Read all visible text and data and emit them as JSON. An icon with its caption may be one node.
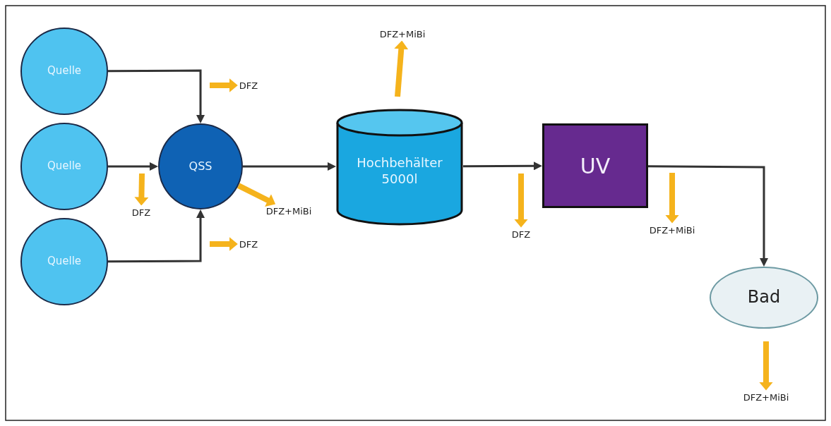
{
  "diagram": {
    "nodes": [
      {
        "text": [
          "Quelle"
        ]
      },
      {
        "text": [
          "Quelle"
        ]
      },
      {
        "text": [
          "Quelle"
        ]
      },
      {
        "text": [
          "QSS"
        ]
      },
      {
        "text": [
          "Hochbehälter 5000l"
        ]
      },
      {
        "text": [
          "UV"
        ]
      },
      {
        "text": [
          "Bad"
        ]
      },
      {
        "text": [
          "DFZ"
        ]
      },
      {
        "text": [
          "DFZ"
        ]
      },
      {
        "text": [
          "DFZ+MiBi"
        ]
      },
      {
        "text": [
          "DFZ"
        ]
      },
      {
        "text": [
          "DFZ+MiBi"
        ]
      },
      {
        "text": [
          "DFZ"
        ]
      },
      {
        "text": [
          "DFZ+MiBi"
        ]
      },
      {
        "text": [
          "DFZ+MiBi"
        ]
      }
    ],
    "edges": [
      {
        "from": 0,
        "to": 3,
        "arrow": "to",
        "color": "#333333"
      },
      {
        "from": 1,
        "to": 3,
        "arrow": "to",
        "color": "#333333"
      },
      {
        "from": 2,
        "to": 3,
        "arrow": "to",
        "color": "#333333"
      },
      {
        "from": 3,
        "to": 4,
        "arrow": "to",
        "color": "#333333"
      },
      {
        "from": 4,
        "to": 5,
        "arrow": "to",
        "color": "#333333"
      },
      {
        "from": 5,
        "to": 6,
        "arrow": "to",
        "color": "#333333"
      },
      {
        "from": null,
        "to": 7,
        "arrow": "to"
      },
      {
        "from": null,
        "to": 8,
        "arrow": "to"
      },
      {
        "from": 3,
        "to": 9,
        "arrow": "to"
      },
      {
        "from": null,
        "to": 10,
        "arrow": "to"
      },
      {
        "from": null,
        "to": 11,
        "arrow": "to"
      },
      {
        "from": null,
        "to": 12,
        "arrow": "to"
      },
      {
        "from": null,
        "to": 13,
        "arrow": "to"
      },
      {
        "from": null,
        "to": 14,
        "arrow": "to"
      }
    ]
  }
}
